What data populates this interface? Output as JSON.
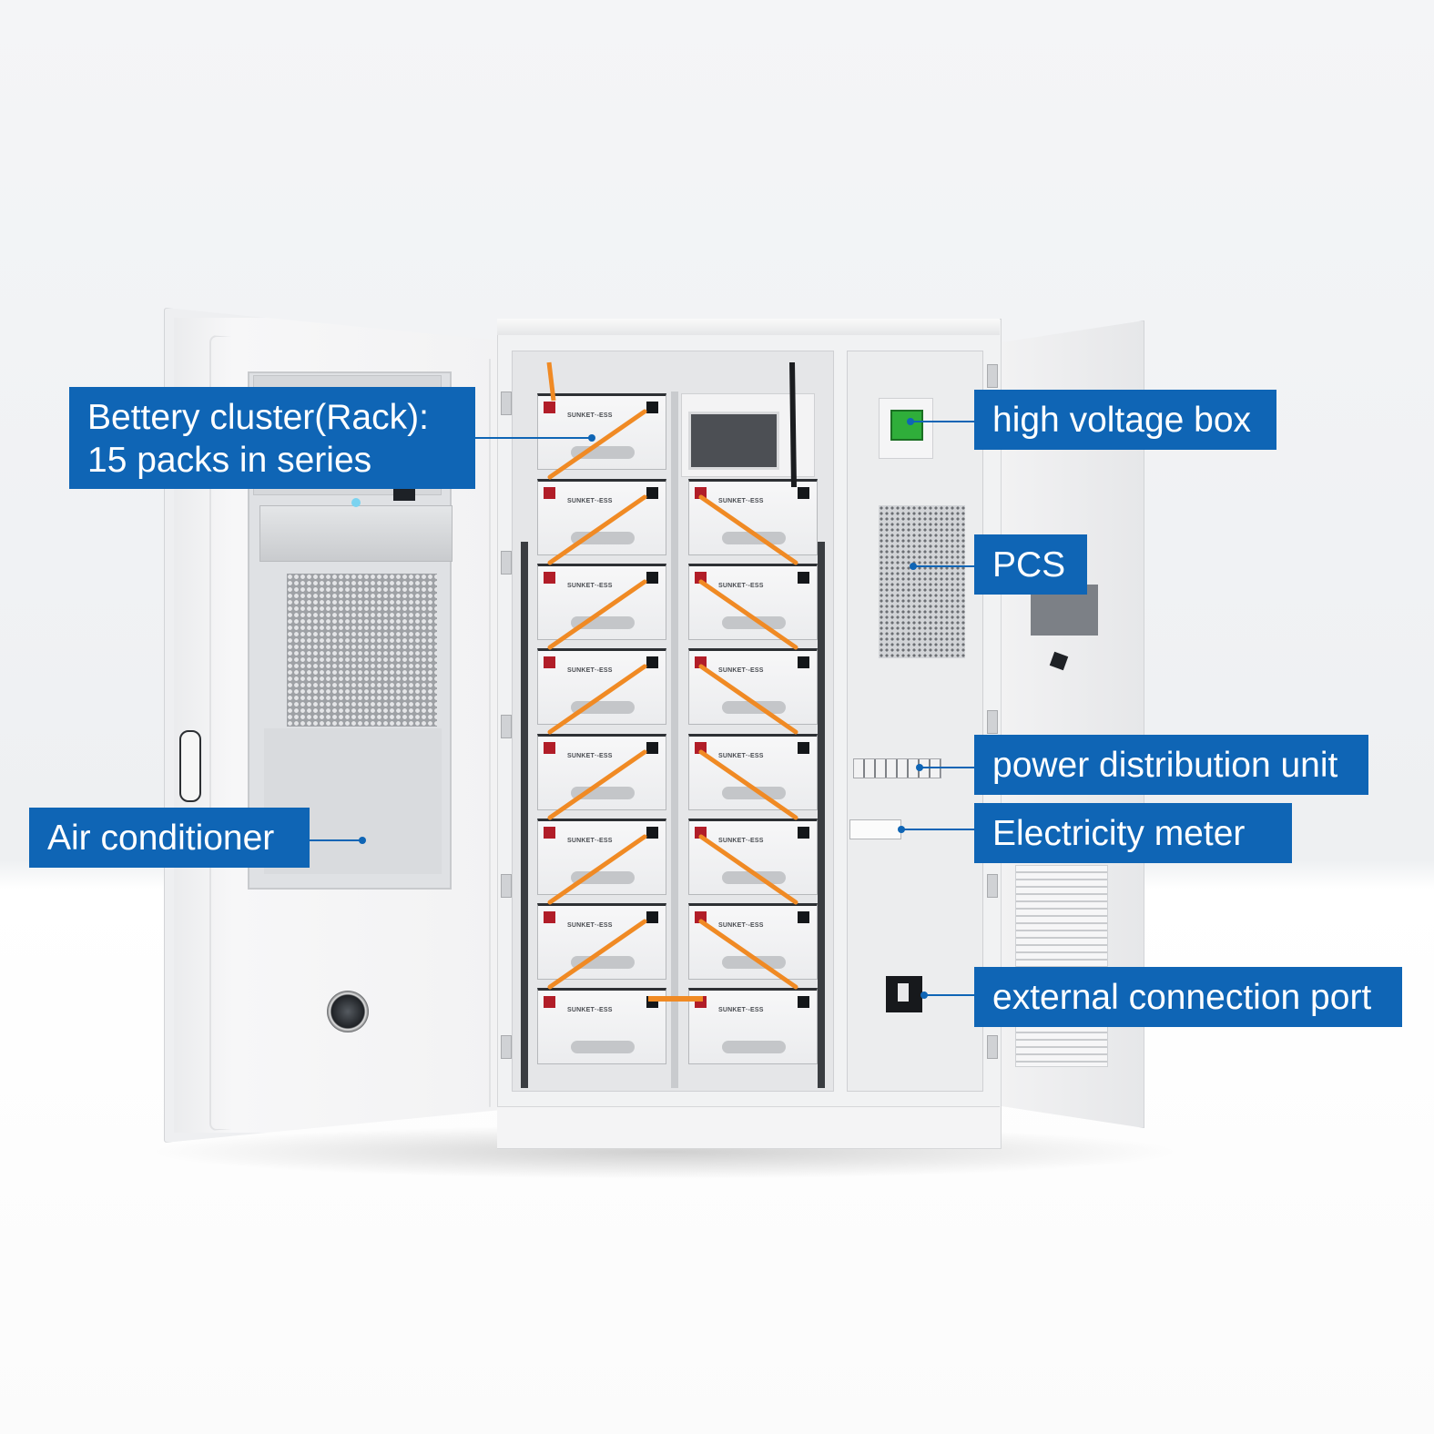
{
  "labels": {
    "battery_cluster": {
      "line1": "Bettery cluster(Rack):",
      "line2": "15 packs in series"
    },
    "air_conditioner": "Air conditioner",
    "high_voltage_box": "high voltage box",
    "pcs": "PCS",
    "power_distribution_unit": "power distribution unit",
    "electricity_meter": "Electricity meter",
    "external_connection_port": "external connection port"
  },
  "battery_pack": {
    "brand": "SUNKET·-ESS",
    "count": 15
  },
  "colors": {
    "label_background": "#0f65b5",
    "label_text": "#ffffff",
    "cable": "#f08a24",
    "terminal_positive": "#b11d28",
    "terminal_negative": "#14171a",
    "hv_switch": "#2fae3a"
  }
}
